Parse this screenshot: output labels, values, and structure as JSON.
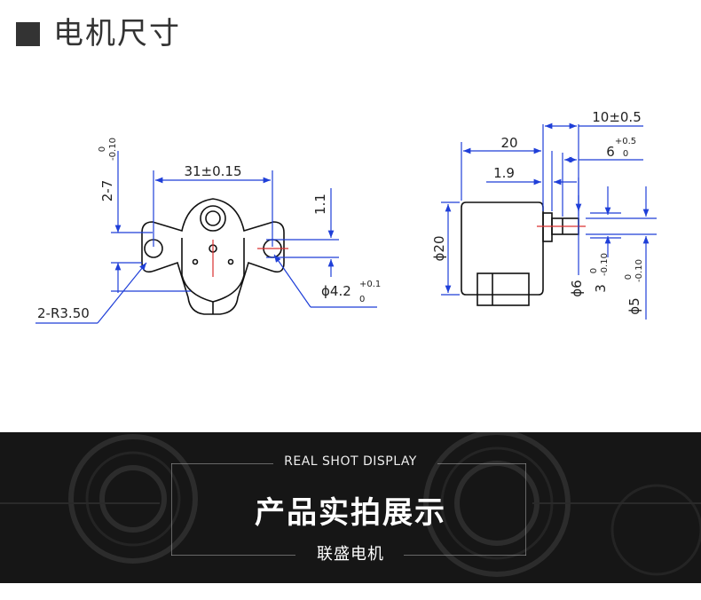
{
  "header": {
    "title": "电机尺寸"
  },
  "front_view": {
    "dim_width": "31±0.15",
    "dim_left_vertical": "2-7",
    "dim_left_vertical_tol": "-0.10",
    "dim_left_vertical_upper": "0",
    "dim_offset": "1.1",
    "dim_hole": "ϕ4.2",
    "dim_hole_tol_upper": "+0.1",
    "dim_hole_tol_lower": "0",
    "dim_radius": "2-R3.50"
  },
  "side_view": {
    "dim_length": "20",
    "dim_gap": "1.9",
    "dim_shaft_total": "10±0.5",
    "dim_shaft_flat": "6",
    "dim_shaft_flat_tol_upper": "+0.5",
    "dim_shaft_flat_tol_lower": "0",
    "dim_body_dia": "ϕ20",
    "dim_boss_dia": "ϕ6",
    "dim_shaft_flat_width": "3",
    "dim_shaft_flat_width_tol": "-0.10",
    "dim_shaft_flat_width_upper": "0",
    "dim_shaft_dia": "ϕ5",
    "dim_shaft_dia_tol": "-0.10",
    "dim_shaft_dia_upper": "0"
  },
  "banner": {
    "english": "REAL SHOT DISPLAY",
    "title": "产品实拍展示",
    "subtitle": "联盛电机"
  }
}
